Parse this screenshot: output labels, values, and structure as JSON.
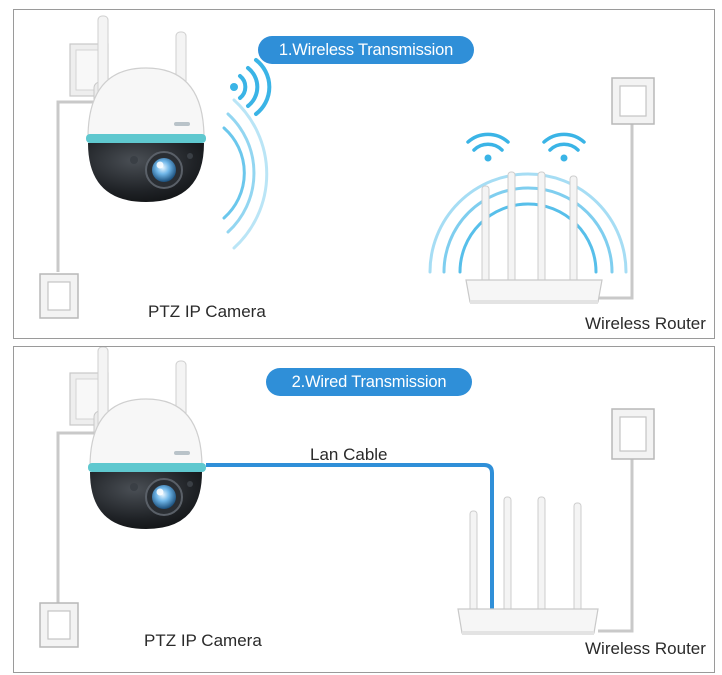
{
  "panels": [
    {
      "title": "1.Wireless Transmission",
      "camera_label": "PTZ IP Camera",
      "router_label": "Wireless Router"
    },
    {
      "title": "2.Wired Transmission",
      "camera_label": "PTZ IP Camera",
      "router_label": "Wireless Router",
      "cable_label": "Lan Cable"
    }
  ],
  "colors": {
    "accent": "#2f8fd8",
    "cable": "#2f8fd8",
    "signal": "#3ab4e6"
  },
  "icons": [
    "wifi-icon",
    "signal-wave-icon",
    "power-outlet-icon",
    "ptz-camera-icon",
    "wireless-router-icon"
  ]
}
